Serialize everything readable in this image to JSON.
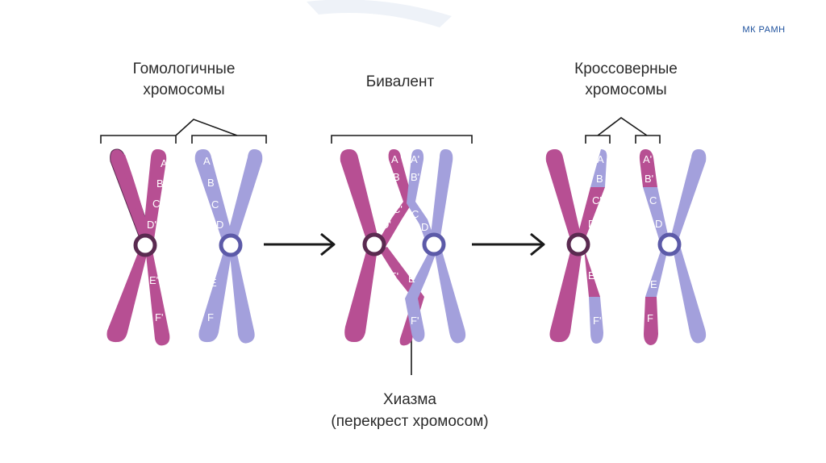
{
  "brand": "МК РАМН",
  "colors": {
    "maternal": "#b74f93",
    "paternal": "#a3a0dc",
    "outline": "#4e2b46",
    "centromere_fill": "#ffffff",
    "ink": "#1a1a1a"
  },
  "labels": {
    "homologous_line1": "Гомологичные",
    "homologous_line2": "хромосомы",
    "bivalent": "Бивалент",
    "crossover_line1": "Кроссоверные",
    "crossover_line2": "хромосомы",
    "chiasma_line1": "Хиазма",
    "chiasma_line2": "(перекрест хромосом)"
  },
  "genes": {
    "homolog_left": [
      "A'",
      "B'",
      "C'",
      "D'",
      "E'",
      "F'"
    ],
    "homolog_right": [
      "A",
      "B",
      "C",
      "D",
      "E",
      "F"
    ],
    "bivalent_left_strand": [
      "A",
      "B",
      "C'",
      "D'",
      "E'",
      "F"
    ],
    "bivalent_right_strand": [
      "A'",
      "B'",
      "C",
      "D",
      "E",
      "F'"
    ],
    "crossover_left": [
      "A",
      "B",
      "C'",
      "D",
      "E'",
      "F'"
    ],
    "crossover_right": [
      "A'",
      "B'",
      "C",
      "D",
      "E",
      "F"
    ]
  },
  "icons": [
    "arrow-right-icon",
    "arrow-right-icon"
  ]
}
